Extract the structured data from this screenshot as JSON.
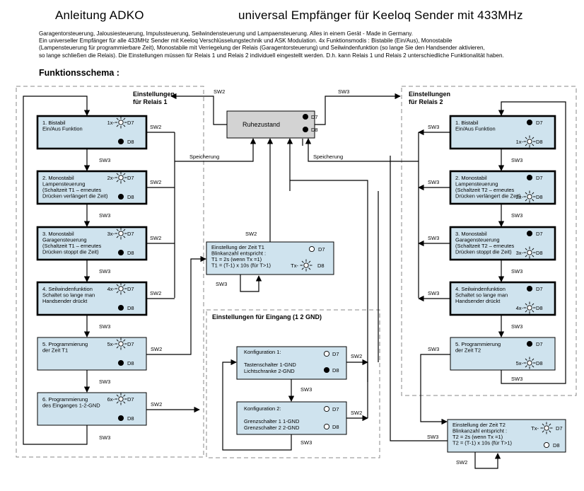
{
  "header": {
    "left_title": "Anleitung ADKO",
    "right_title": "universal Empfänger für Keeloq Sender mit 433MHz"
  },
  "intro": {
    "line1": "Garagentorsteuerung, Jalousiesteuerung, Impulssteuerung, Seilwindensteuerung und Lampaensteuerung. Alles in einem Gerät - Made in Germany.",
    "line2": "Ein universeller Empfänger für alle 433MHz Sender mit Keeloq Verschlüsselungstechnik und ASK Modulation. 4x Funktionsmodis : Bistabile (Ein/Aus), Monostabile",
    "line3": "(Lampensteuerung für programmierbare Zeit), Monostabile mit Verriegelung der Relais (Garagentorsteuerung) und Seilwindenfunktion (so lange Sie den Handsender aktivieren,",
    "line4": "so lange schließen die Relais). Die Einstellungen müssen für Relais 1 und Relais 2 individuell eingestellt werden. D.h. kann Relais 1 und Relais 2 unterschiedliche Funktionalität haben."
  },
  "schema_title": "Funktionsschema :",
  "sections": {
    "relay1": [
      "Einstellungen",
      "für Relais 1"
    ],
    "relay2": [
      "Einstellungen",
      "für Relais 2"
    ],
    "input": "Einstellungen für Eingang (1 2 GND)"
  },
  "ruhe": {
    "label": "Ruhezustand",
    "d7": "D7",
    "d8": "D8"
  },
  "relay1_boxes": [
    {
      "lines": [
        "1. Bistabil",
        "Ein/Aus Funktion"
      ],
      "blink": "1x-",
      "d7": "D7",
      "d8": "D8"
    },
    {
      "lines": [
        "2. Monostabil",
        "Lampensteuerung",
        "(Schaltzeit T1 – erneutes",
        "Drücken verlängert die Zeit)"
      ],
      "blink": "2x-",
      "d7": "D7",
      "d8": "D8"
    },
    {
      "lines": [
        "3. Monostabil",
        "Garagensteuerung",
        "(Schaltzeit T1 – erneutes",
        "Drücken stoppt die Zeit)"
      ],
      "blink": "3x-",
      "d7": "D7",
      "d8": "D8"
    },
    {
      "lines": [
        "4. Seilwindenfunktion",
        "Schaltet so lange man",
        "Handsender drückt"
      ],
      "blink": "4x-",
      "d7": "D7",
      "d8": "D8"
    },
    {
      "lines": [
        "5. Programmierung",
        "der Zeit T1"
      ],
      "blink": "5x-",
      "d7": "D7",
      "d8": "D8"
    },
    {
      "lines": [
        "6. Programmierung",
        "des Einganges 1-2-GND"
      ],
      "blink": "6x-",
      "d7": "D7",
      "d8": "D8"
    }
  ],
  "relay2_boxes": [
    {
      "lines": [
        "1. Bistabil",
        "Ein/Aus Funktion"
      ],
      "blink": "1x-",
      "d7": "D7",
      "d8": "D8"
    },
    {
      "lines": [
        "2. Monostabil",
        "Lampensteuerung",
        "(Schaltzeit T2 – erneutes",
        "Drücken verlängert die Zeit)"
      ],
      "blink": "2x-",
      "d7": "D7",
      "d8": "D8"
    },
    {
      "lines": [
        "3. Monostabil",
        "Garagensteuerung",
        "(Schaltzeit T2 – erneutes",
        "Drücken stoppt die Zeit)"
      ],
      "blink": "3x-",
      "d7": "D7",
      "d8": "D8"
    },
    {
      "lines": [
        "4. Seilwindenfunktion",
        "Schaltet so lange man",
        "Handsender drückt"
      ],
      "blink": "4x-",
      "d7": "D7",
      "d8": "D8"
    },
    {
      "lines": [
        "5. Programmierung",
        "der Zeit T2"
      ],
      "blink": "5x-",
      "d7": "D7",
      "d8": "D8"
    }
  ],
  "time_t1": {
    "lines": [
      "Einstellung der Zeit T1",
      "Blinkanzahl entspricht :",
      "T1 = 2s      (wenn Tx =1)",
      "T1 = (T-1) x 10s    (für T>1)"
    ],
    "blink": "Tx-",
    "d7": "D7",
    "d8": "D8"
  },
  "time_t2": {
    "lines": [
      "Einstellung der Zeit T2",
      "Blinkanzahl entspricht :",
      "T2 = 2s      (wenn Tx =1)",
      "T2 = (T-1) x 10s    (für T>1)"
    ],
    "blink": "Tx-",
    "d7": "D7",
    "d8": "D8"
  },
  "config1": {
    "lines": [
      "Konfiguration 1:",
      "Tastenschalter 1-GND",
      "Lichtschranke 2-GND"
    ],
    "d7": "D7",
    "d8": "D8"
  },
  "config2": {
    "lines": [
      "Konfiguration 2:",
      "Grenzschalter 1 1-GND",
      "Grenzschalter 2 2-GND"
    ],
    "d7": "D7",
    "d8": "D8"
  },
  "labels": {
    "sw2": "SW2",
    "sw3": "SW3",
    "speicherung": "Speicherung"
  },
  "colors": {
    "box_fill": "#cfe3ee",
    "ruhe_fill": "#d3d3d3",
    "line": "#000000",
    "dash": "#888888"
  }
}
